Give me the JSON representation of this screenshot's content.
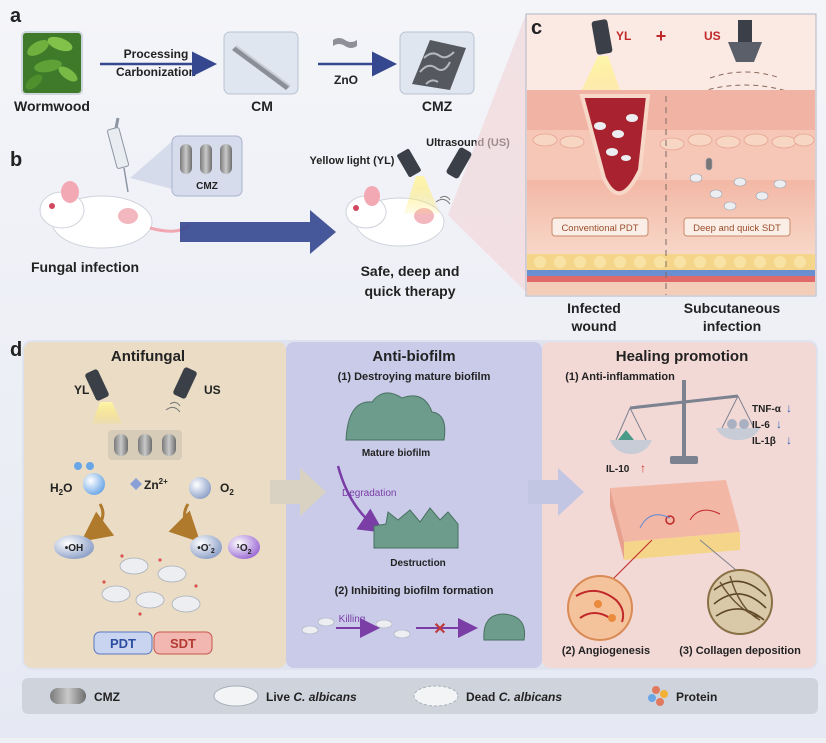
{
  "panel_letters": {
    "a": "a",
    "b": "b",
    "c": "c",
    "d": "d"
  },
  "panel_a": {
    "source": "Wormwood",
    "step1_line1": "Processing",
    "step1_line2": "Carbonization",
    "product1": "CM",
    "step2": "ZnO",
    "product2": "CMZ"
  },
  "panel_b": {
    "inset_label": "CMZ",
    "left_caption": "Fungal infection",
    "yl_label": "Yellow light (YL)",
    "us_label": "Ultrasound (US)",
    "right_caption_line1": "Safe, deep and",
    "right_caption_line2": "quick therapy"
  },
  "panel_c": {
    "yl": "YL",
    "plus": "+",
    "us": "US",
    "left_box": "Conventional PDT",
    "right_box": "Deep and quick SDT",
    "left_caption_line1": "Infected",
    "left_caption_line2": "wound",
    "right_caption_line1": "Subcutaneous",
    "right_caption_line2": "infection"
  },
  "panel_d": {
    "antifungal": {
      "title": "Antifungal",
      "yl": "YL",
      "us": "US",
      "h2o": "H",
      "h2o_sub": "2",
      "h2o_end": "O",
      "zn": "Zn",
      "zn_sup": "2+",
      "o2": "O",
      "o2_sub": "2",
      "oh": "•OH",
      "o2_radical": "•O",
      "o2_radical_sup": "-",
      "o2_radical_sub": "2",
      "singlet": "¹O",
      "singlet_sub": "2",
      "pdt": "PDT",
      "sdt": "SDT"
    },
    "antibiofilm": {
      "title": "Anti-biofilm",
      "sub1": "(1) Destroying mature biofilm",
      "mature": "Mature biofilm",
      "degradation": "Degradation",
      "destruction": "Destruction",
      "sub2": "(2) Inhibiting biofilm formation",
      "killing": "Killing"
    },
    "healing": {
      "title": "Healing promotion",
      "sub1": "(1) Anti-inflammation",
      "tnf": "TNF-α",
      "il6": "IL-6",
      "il1b": "IL-1β",
      "il10": "IL-10",
      "angio": "(2) Angiogenesis",
      "collagen": "(3) Collagen deposition"
    }
  },
  "legend": {
    "cmz": "CMZ",
    "live_prefix": "Live ",
    "live_italic": "C. albicans",
    "dead_prefix": "Dead ",
    "dead_italic": "C. albicans",
    "protein": "Protein"
  },
  "colors": {
    "arrow_blue": "#34478f",
    "trend_up": "#d0302a",
    "trend_down": "#2f5fb8",
    "degradation_purple": "#7a3ea6",
    "inhibit_x": "#c03a3a",
    "antifungal_bg": "#eadcc5",
    "antibiofilm_bg": "#c9cbe9",
    "healing_bg": "#f2d9d6"
  },
  "icons": {
    "yl_lamp": "lamp-icon",
    "us_probe": "ultrasound-probe-icon",
    "mouse": "mouse-icon",
    "syringe": "syringe-icon",
    "balance": "balance-scale-icon"
  }
}
